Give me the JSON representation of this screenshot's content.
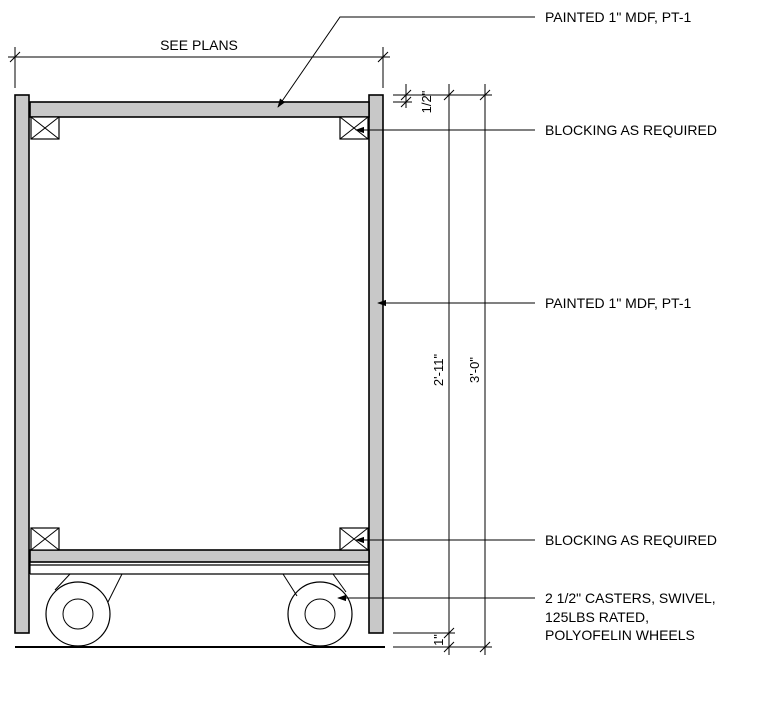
{
  "dimensions": {
    "width": "SEE PLANS",
    "top_gap": "1/2\"",
    "inner_height": "2'-11\"",
    "overall_height": "3'-0\"",
    "bottom_gap": "1\""
  },
  "callouts": {
    "top_panel": "PAINTED 1\" MDF, PT-1",
    "blocking_top": "BLOCKING AS REQUIRED",
    "side_panel": "PAINTED 1\" MDF, PT-1",
    "blocking_bottom": "BLOCKING AS REQUIRED",
    "casters_line1": "2 1/2\" CASTERS, SWIVEL,",
    "casters_line2": "125LBS RATED,",
    "casters_line3": "POLYOFELIN WHEELS"
  }
}
